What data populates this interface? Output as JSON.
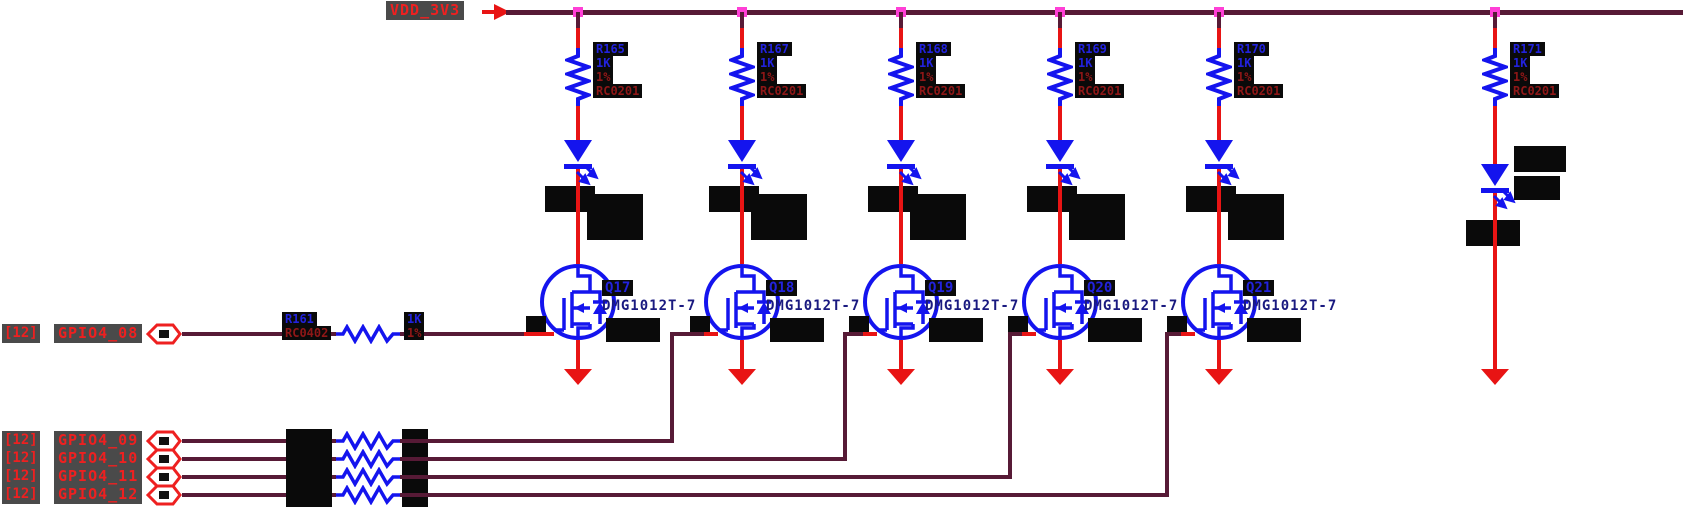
{
  "power_rail": {
    "net_label": "VDD_3V3"
  },
  "columns": [
    {
      "res_ref": "R165",
      "res_value": "1K",
      "res_tol": "1%",
      "res_footprint": "RC0201",
      "fet_ref": "Q17",
      "fet_part": "DMG1012T-7"
    },
    {
      "res_ref": "R167",
      "res_value": "1K",
      "res_tol": "1%",
      "res_footprint": "RC0201",
      "fet_ref": "Q18",
      "fet_part": "DMG1012T-7"
    },
    {
      "res_ref": "R168",
      "res_value": "1K",
      "res_tol": "1%",
      "res_footprint": "RC0201",
      "fet_ref": "Q19",
      "fet_part": "DMG1012T-7"
    },
    {
      "res_ref": "R169",
      "res_value": "1K",
      "res_tol": "1%",
      "res_footprint": "RC0201",
      "fet_ref": "Q20",
      "fet_part": "DMG1012T-7"
    },
    {
      "res_ref": "R170",
      "res_value": "1K",
      "res_tol": "1%",
      "res_footprint": "RC0201",
      "fet_ref": "Q21",
      "fet_part": "DMG1012T-7"
    },
    {
      "res_ref": "R171",
      "res_value": "1K",
      "res_tol": "1%",
      "res_footprint": "RC0201"
    }
  ],
  "gate_input_middle": {
    "sheet_ref": "[12]",
    "net": "GPIO4_08",
    "res_ref": "R161",
    "res_value": "1K",
    "res_tol": "1%",
    "res_footprint": "RC0402"
  },
  "gate_inputs_bottom": [
    {
      "sheet_ref": "[12]",
      "net": "GPIO4_09"
    },
    {
      "sheet_ref": "[12]",
      "net": "GPIO4_10"
    },
    {
      "sheet_ref": "[12]",
      "net": "GPIO4_11"
    },
    {
      "sheet_ref": "[12]",
      "net": "GPIO4_12"
    }
  ],
  "icons": {
    "power_flag": "power-flag-arrow-icon",
    "ground": "gnd-symbol",
    "junction": "junction-dot",
    "hier_pin": "hier-pin-icon"
  },
  "colors": {
    "wire_bus": "#571A36",
    "wire": "#E81414",
    "junction": "#FF3FD6",
    "symbol": "#1414EE",
    "ref_text": "#2222DD",
    "part_text": "#1A1A80",
    "attr_text": "#8F1717",
    "net_text": "#EE2020",
    "label_bg": "#4A4A4A",
    "block_bg": "#0A0A0A"
  }
}
